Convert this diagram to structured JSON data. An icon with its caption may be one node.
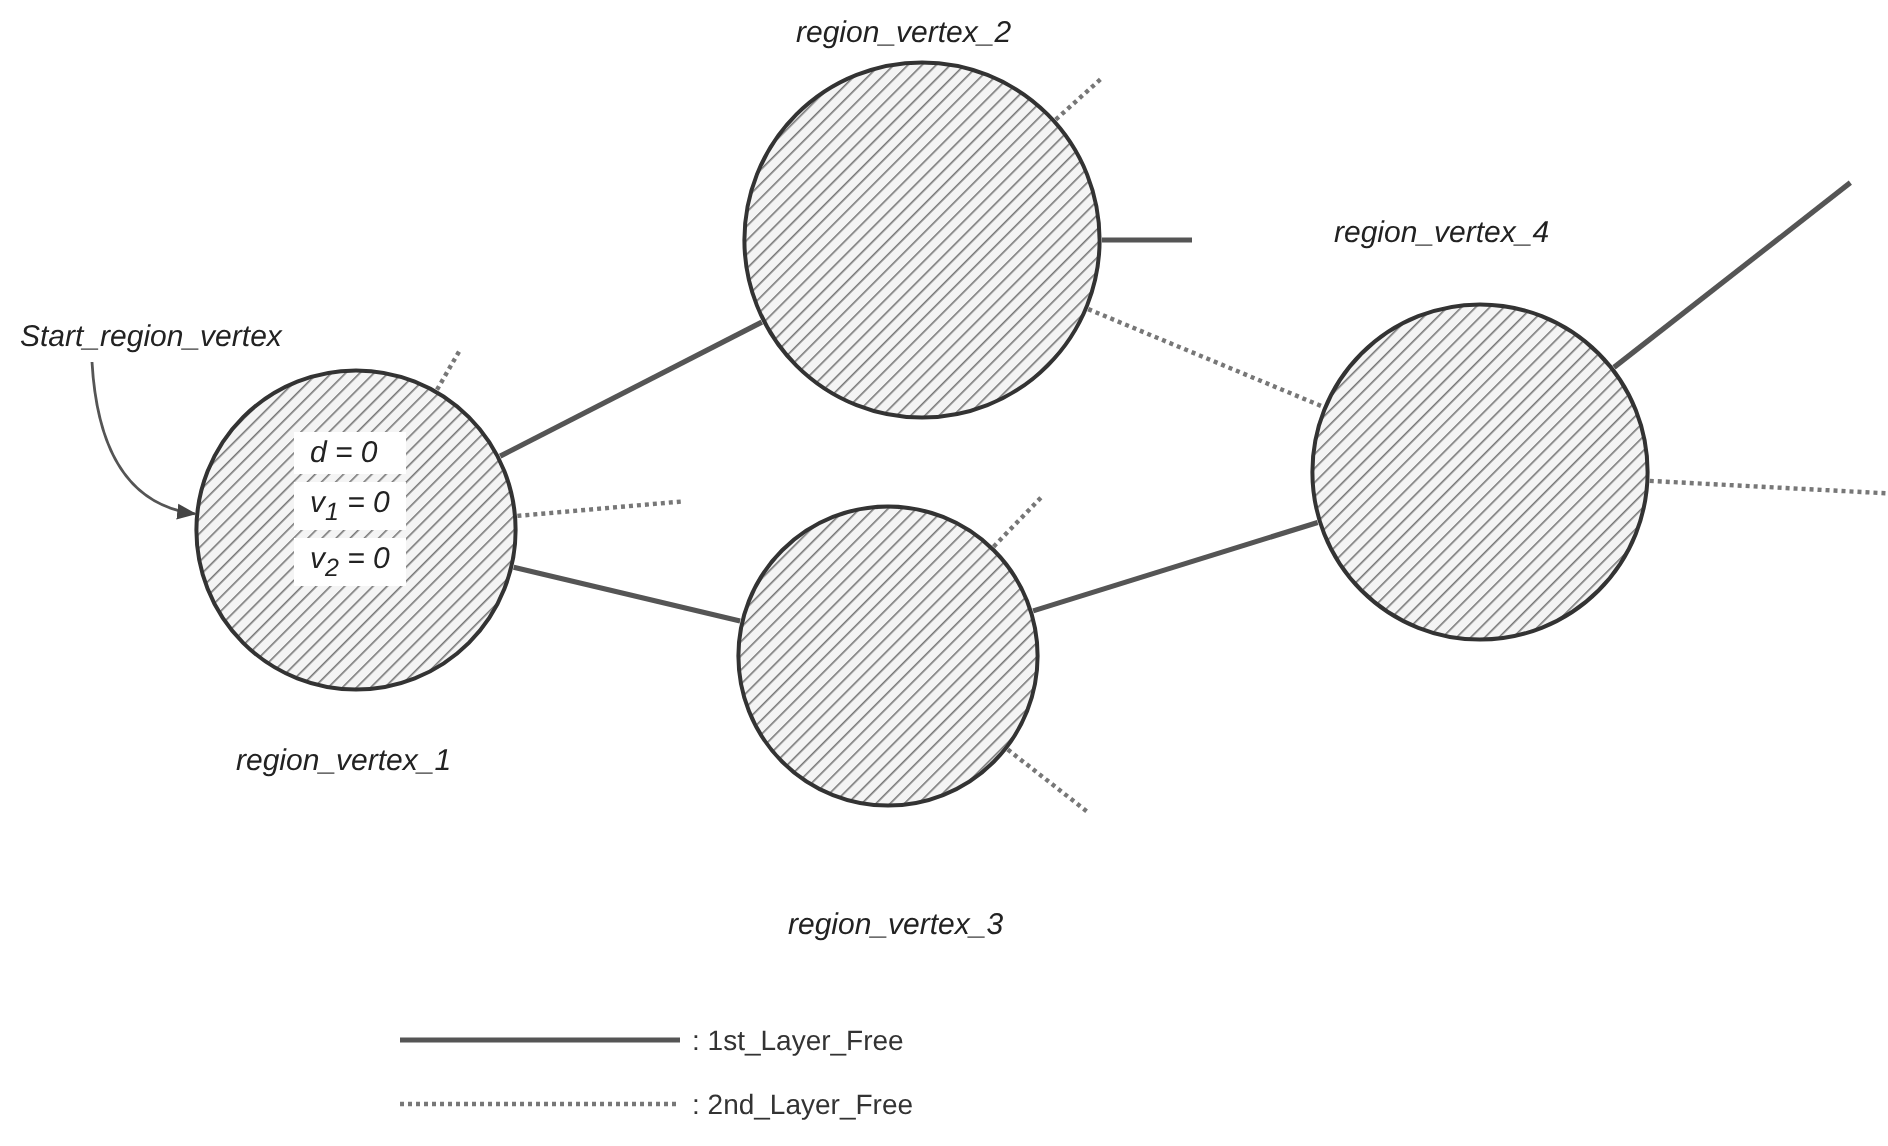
{
  "diagram": {
    "nodes": [
      {
        "text": [
          "Start_region_vertex"
        ]
      },
      {
        "text": [
          "d = 0",
          "v$_{1}$ = 0",
          "v$_{2}$ = 0",
          "region_vertex_1"
        ]
      },
      {
        "text": [
          "region_vertex_2"
        ]
      },
      {
        "text": [
          "region_vertex_3"
        ]
      },
      {
        "text": [
          "region_vertex_4"
        ]
      }
    ],
    "edges": [
      {
        "from": 0,
        "to": 1,
        "arrow": "to"
      },
      {
        "from": 1,
        "to": null,
        "arrow": "none",
        "style": "dashed"
      },
      {
        "from": 1,
        "to": 2,
        "arrow": "none"
      },
      {
        "from": 1,
        "to": null,
        "arrow": "none",
        "style": "dashed"
      },
      {
        "from": 1,
        "to": 3,
        "arrow": "none"
      },
      {
        "from": 2,
        "to": null,
        "arrow": "none",
        "style": "dashed"
      },
      {
        "from": 2,
        "to": null,
        "arrow": "none"
      },
      {
        "from": 2,
        "to": 4,
        "arrow": "none",
        "style": "dashed"
      },
      {
        "from": 3,
        "to": null,
        "arrow": "none",
        "style": "dashed"
      },
      {
        "from": 3,
        "to": null,
        "arrow": "none",
        "style": "dashed"
      },
      {
        "from": 3,
        "to": 4,
        "arrow": "none"
      },
      {
        "from": 4,
        "to": null,
        "arrow": "none"
      },
      {
        "from": 4,
        "to": null,
        "arrow": "none",
        "style": "dashed"
      }
    ],
    "legend": [
      {
        "text": ": 1st_Layer_Free"
      },
      {
        "text": ": 2nd_Layer_Free"
      }
    ]
  }
}
